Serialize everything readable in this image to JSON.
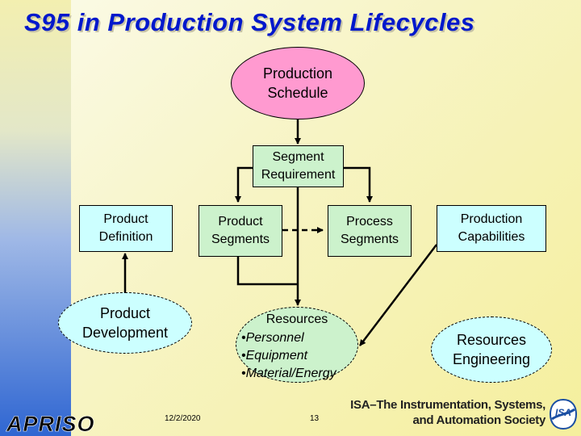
{
  "title": "S95 in Production System Lifecycles",
  "nodes": {
    "production_schedule": [
      "Production",
      "Schedule"
    ],
    "segment_requirement": [
      "Segment",
      "Requirement"
    ],
    "product_definition": [
      "Product",
      "Definition"
    ],
    "product_segments": [
      "Product",
      "Segments"
    ],
    "process_segments": [
      "Process",
      "Segments"
    ],
    "production_capabilities": [
      "Production",
      "Capabilities"
    ],
    "product_development": [
      "Product",
      "Development"
    ],
    "resources": {
      "heading": "Resources",
      "items": [
        "Personnel",
        "Equipment",
        "Material/Energy"
      ]
    },
    "resources_engineering": [
      "Resources",
      "Engineering"
    ]
  },
  "footer": {
    "date": "12/2/2020",
    "page": "13",
    "apriso_logo": "APRISO",
    "isa_line1": "ISA–The Instrumentation, Systems,",
    "isa_line2": "and Automation Society",
    "isa_logo": "ISA"
  },
  "colors": {
    "title": "#0018cc",
    "pink": "#ff9ad0",
    "green": "#ccf2cc",
    "cyan": "#ccffff"
  }
}
